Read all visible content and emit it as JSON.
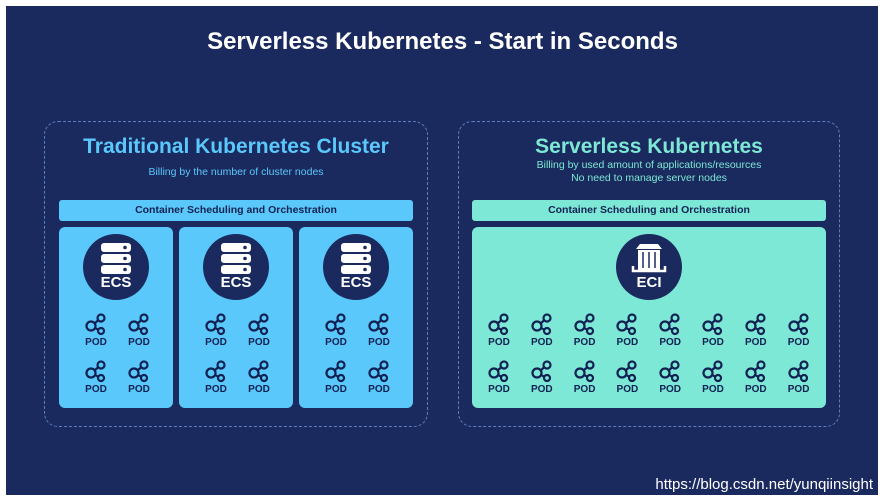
{
  "title": "Serverless Kubernetes - Start in Seconds",
  "watermark": "https://blog.csdn.net/yunqiinsight",
  "colors": {
    "background": "#1b2a5e",
    "traditional_accent": "#5ac8fa",
    "serverless_accent": "#7de8d5",
    "dark_text": "#112152"
  },
  "traditional": {
    "title": "Traditional Kubernetes Cluster",
    "subtitle": "Billing by the number of cluster nodes",
    "bar_label": "Container Scheduling and Orchestration",
    "node_label": "ECS",
    "node_icon": "server-stack-icon",
    "nodes": [
      {
        "label": "ECS",
        "pods": [
          "POD",
          "POD",
          "POD",
          "POD"
        ]
      },
      {
        "label": "ECS",
        "pods": [
          "POD",
          "POD",
          "POD",
          "POD"
        ]
      },
      {
        "label": "ECS",
        "pods": [
          "POD",
          "POD",
          "POD",
          "POD"
        ]
      }
    ]
  },
  "serverless": {
    "title": "Serverless Kubernetes",
    "subtitle_line1": "Billing by used amount of applications/resources",
    "subtitle_line2": "No need to manage server nodes",
    "bar_label": "Container Scheduling and Orchestration",
    "node_label": "ECI",
    "node_icon": "container-box-icon",
    "pods": [
      "POD",
      "POD",
      "POD",
      "POD",
      "POD",
      "POD",
      "POD",
      "POD",
      "POD",
      "POD",
      "POD",
      "POD",
      "POD",
      "POD",
      "POD",
      "POD"
    ]
  }
}
